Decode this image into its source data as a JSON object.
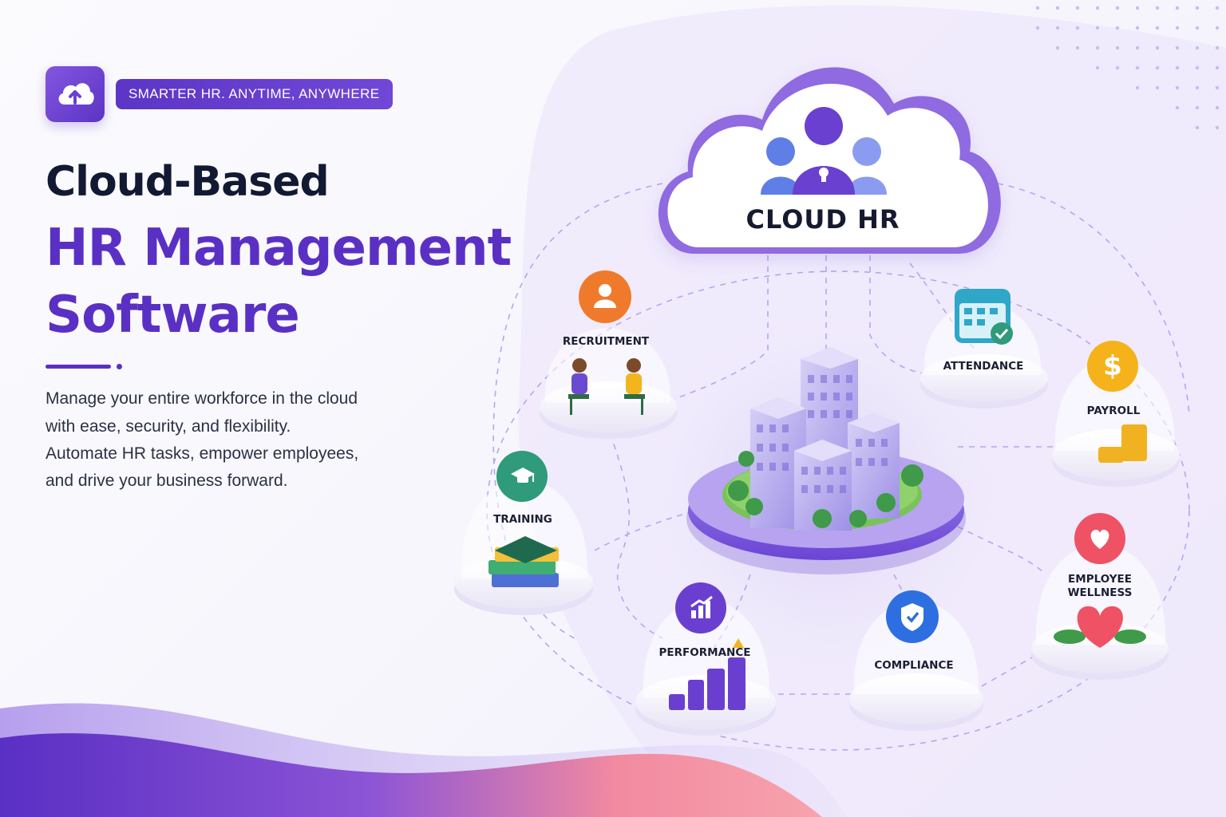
{
  "badge": "SMARTER HR. ANYTIME, ANYWHERE",
  "icons": {
    "logo": "cloud-upload-icon"
  },
  "heading": {
    "line1": "Cloud-Based",
    "line2": "HR Management",
    "line3": "Software"
  },
  "description": [
    "Manage your entire workforce in the cloud",
    "with ease, security, and flexibility.",
    "Automate HR tasks, empower employees,",
    "and drive your business forward."
  ],
  "hub": {
    "label": "CLOUD HR"
  },
  "modules": {
    "recruitment": "RECRUITMENT",
    "attendance": "ATTENDANCE",
    "payroll": "PAYROLL",
    "training": "TRAINING",
    "performance": "PERFORMANCE",
    "compliance": "COMPLIANCE",
    "wellness_line1": "EMPLOYEE",
    "wellness_line2": "WELLNESS"
  },
  "colors": {
    "primary": "#5a30c4",
    "heading_dark": "#121a33",
    "recruitment": "#f07a2c",
    "attendance": "#2ea7c9",
    "payroll": "#f6b21a",
    "training": "#2f9b7a",
    "performance": "#6a3fd0",
    "compliance": "#2d6fe0",
    "wellness": "#ef5264"
  }
}
